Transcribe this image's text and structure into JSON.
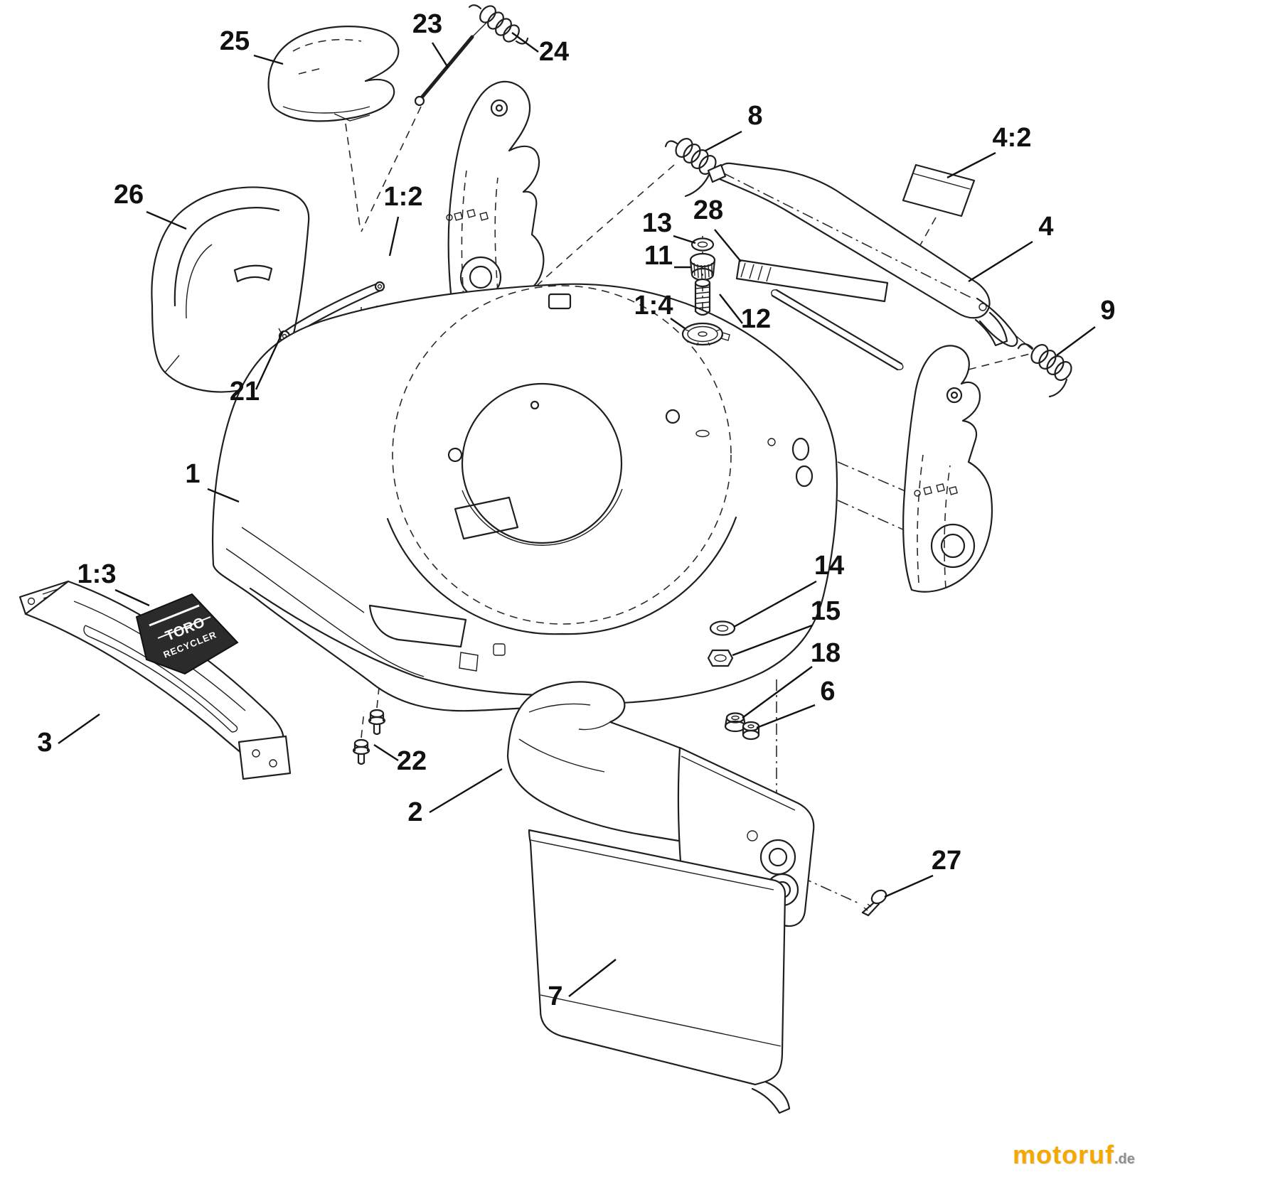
{
  "page": {
    "background": "#ffffff",
    "ink_color": "#1f1f1f"
  },
  "diagram": {
    "labels": [
      {
        "text": "25"
      },
      {
        "text": "23"
      },
      {
        "text": "24"
      },
      {
        "text": "8"
      },
      {
        "text": "4:2"
      },
      {
        "text": "26"
      },
      {
        "text": "1:2"
      },
      {
        "text": "13"
      },
      {
        "text": "28"
      },
      {
        "text": "11"
      },
      {
        "text": "4"
      },
      {
        "text": "9"
      },
      {
        "text": "1:4"
      },
      {
        "text": "12"
      },
      {
        "text": "21"
      },
      {
        "text": "1"
      },
      {
        "text": "14"
      },
      {
        "text": "15"
      },
      {
        "text": "18"
      },
      {
        "text": "6"
      },
      {
        "text": "1:3"
      },
      {
        "text": "3"
      },
      {
        "text": "22"
      },
      {
        "text": "2"
      },
      {
        "text": "27"
      },
      {
        "text": "7"
      }
    ],
    "decal": {
      "brand": "TORO",
      "model": "RECYCLER"
    }
  },
  "watermark": {
    "main": "motoruf",
    "suffix": ".de",
    "main_color": "#F6A800",
    "suffix_color": "#8f8f8f"
  }
}
